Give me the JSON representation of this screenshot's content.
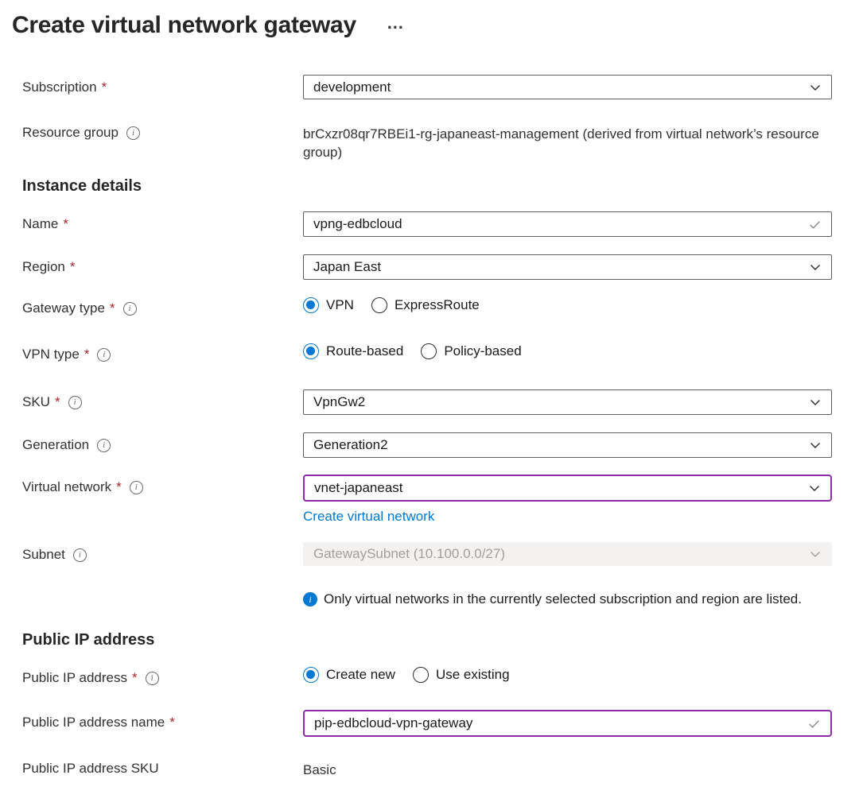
{
  "page": {
    "title": "Create virtual network gateway",
    "menu_ellipsis": "…"
  },
  "colors": {
    "accent_blue": "#0078d4",
    "dirty_field_purple": "#8a2da5",
    "required_red": "#a4262c",
    "disabled_bg": "#f3f2f1",
    "disabled_text": "#a19f9d",
    "text": "#323130"
  },
  "icons": {
    "info_glyph": "i",
    "chevron_down": "chevron-down",
    "checkmark": "check"
  },
  "form": {
    "subscription": {
      "label": "Subscription",
      "required": "*",
      "value": "development"
    },
    "resource_group": {
      "label": "Resource group",
      "value": "brCxzr08qr7RBEi1-rg-japaneast-management (derived from virtual network’s resource group)"
    },
    "instance_details": {
      "heading": "Instance details"
    },
    "name": {
      "label": "Name",
      "required": "*",
      "value": "vpng-edbcloud"
    },
    "region": {
      "label": "Region",
      "required": "*",
      "value": "Japan East"
    },
    "gateway_type": {
      "label": "Gateway type",
      "required": "*",
      "selected": "VPN",
      "options": [
        {
          "label": "VPN",
          "selected": true
        },
        {
          "label": "ExpressRoute",
          "selected": false
        }
      ]
    },
    "vpn_type": {
      "label": "VPN type",
      "required": "*",
      "selected": "Route-based",
      "options": [
        {
          "label": "Route-based",
          "selected": true
        },
        {
          "label": "Policy-based",
          "selected": false
        }
      ]
    },
    "sku": {
      "label": "SKU",
      "required": "*",
      "value": "VpnGw2"
    },
    "generation": {
      "label": "Generation",
      "value": "Generation2"
    },
    "virtual_network": {
      "label": "Virtual network",
      "required": "*",
      "value": "vnet-japaneast",
      "link": "Create virtual network"
    },
    "subnet": {
      "label": "Subnet",
      "value": "GatewaySubnet (10.100.0.0/27)",
      "disabled": true
    },
    "note": {
      "text": "Only virtual networks in the currently selected subscription and region are listed."
    },
    "public_ip": {
      "heading": "Public IP address",
      "mode": {
        "label": "Public IP address",
        "required": "*",
        "selected": "Create new",
        "options": [
          {
            "label": "Create new",
            "selected": true
          },
          {
            "label": "Use existing",
            "selected": false
          }
        ]
      },
      "name": {
        "label": "Public IP address name",
        "required": "*",
        "value": "pip-edbcloud-vpn-gateway"
      },
      "sku": {
        "label": "Public IP address SKU",
        "value": "Basic"
      }
    }
  }
}
